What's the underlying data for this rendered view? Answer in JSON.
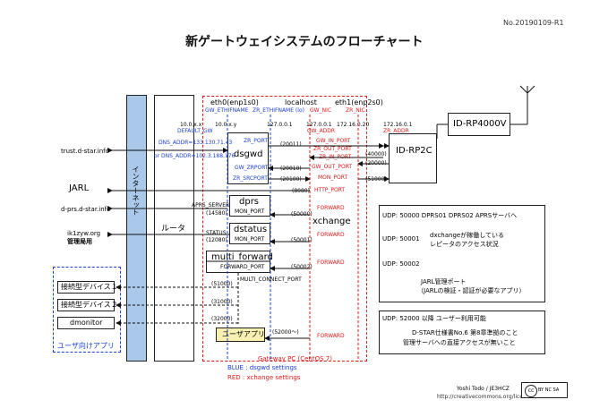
{
  "doc_no": "No.20190109-R1",
  "title": "新ゲートウェイシステムのフローチャート",
  "left": {
    "trust": "trust.d-star.info",
    "jarl": "JARL",
    "dprs_dstar": "d-prs.d-star.info",
    "ik1zyw1": "ik1zyw.org",
    "ik1zyw2": "管理局用",
    "device1": "接続型デバイス１",
    "device2": "接続型デバイス２",
    "dmonitor": "dmonitor",
    "user_apps": "ユーザ向けアプリ"
  },
  "internet": "インターネット",
  "router": "ルータ",
  "router_ip": "10.0.x.x",
  "default_gw": "DEFAULT_GW",
  "eth0": "eth0(enp1s0)",
  "localhost": "localhost",
  "eth1": "eth1(enp2s0)",
  "gw_ethifname": "GW_ETHIFNAME",
  "zr_ethifname": "ZR_ETHIFNAME (lo)",
  "gw_nic": "GW_NIC",
  "zr_nic": "ZR_NIC",
  "ip_gw": "10.0.x.y",
  "ip_lo1": "127.0.0.1",
  "ip_lo2": "127.0.0.1",
  "ip_eth1": "172.16.0.20",
  "gw_addr": "GW_ADDR",
  "zr_addr": "ZR_ADDR",
  "dns1": "DNS_ADDR=133.130.71.43",
  "dns2": "or DNS_ADDR=102.3.188.176",
  "dsgwd": {
    "name": "dsgwd",
    "zr_port": "ZR_PORT",
    "gw_zrport": "GW_ZRPORT",
    "zr_srcport": "ZR_SRCPORT"
  },
  "ports": {
    "p20011": "(20011)",
    "p20010": "(20010)",
    "p20100": "(20100)",
    "p8080": "(8080)",
    "p40000": "(40000)",
    "p20000": "(20000)",
    "p51000": "(51000)",
    "p14580": "(14580)",
    "p12080": "(12080)",
    "p50000": "(50000)",
    "p50001": "(50001)",
    "p50002": "(50002)",
    "p51000b": "(51000)",
    "p31000": "(31000)",
    "p32000": "(32000)",
    "p52000": "(52000〜)"
  },
  "gw_in_port": "GW_IN_PORT",
  "zr_out_port": "ZR_OUT_PORT",
  "zr_in_port": "ZR_IN_PORT",
  "gw_out_port": "GW_OUT_PORT",
  "mon_port_r": "MON_PORT",
  "http_port": "HTTP_PORT",
  "aprs_server": "APRS_SERVER",
  "status": "STATUS",
  "dprs": {
    "name": "dprs",
    "port": "MON_PORT"
  },
  "dstatus": {
    "name": "dstatus",
    "port": "MON_PORT"
  },
  "multi": {
    "name": "multi_forward",
    "port": "FORWARD_PORT"
  },
  "multi_connect": "MULTI_CONNECT_PORT",
  "xchange": "xchange",
  "forward": "FORWARD",
  "user_app": "ユーザアプリ",
  "gateway_pc": "Gateway PC (CentOS 7)",
  "legend_blue": "BLUE : dsgwd settings",
  "legend_red": "RED  : xchange settings",
  "idrp2c_ip": "172.16.0.1",
  "idrp2c": "ID-RP2C",
  "idrp4000v": "ID-RP4000V",
  "notes": {
    "n1_head": "UDP: 50000  DPRS01 DPRS02 APRSサーバへ",
    "n2_num": "UDP: 50001",
    "n2_l1": "dxchangeが稼働している",
    "n2_l2": "レピータのアクセス状況",
    "n3_num": "UDP: 50002",
    "n3_l1": "JARL管理ポート",
    "n3_l2": "（JARLの検証・認証が必要なアプリ）",
    "n4_head": "UDP: 52000 以降  ユーザー利用可能",
    "n4_l1": "D-STAR仕様書No.6 第8章準拠のこと",
    "n4_l2": "管理サーバへの直接アクセスが無いこと"
  },
  "author": "Yoshi Todo / JE3HCZ",
  "license_url": "http://creativecommons.org/licenses/",
  "cc_label": "BY NC SA",
  "colors": {
    "blue": "#1a3fd1",
    "red": "#dd1a1a",
    "internet": "#a9c8ea",
    "useryellow": "#f7f0b0"
  }
}
